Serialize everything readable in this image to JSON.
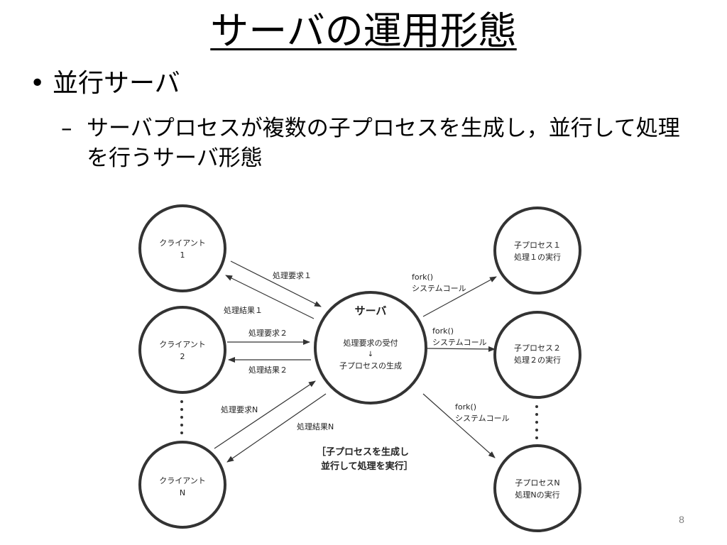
{
  "slide": {
    "title": "サーバの運用形態",
    "bullet": "並行サーバ",
    "sub_bullet_dash": "–",
    "sub_bullet": "サーバプロセスが複数の子プロセスを生成し，並行して処理を行うサーバ形態",
    "page_number": "8"
  },
  "diagram": {
    "clients": [
      {
        "line1": "クライアント",
        "line2": "1"
      },
      {
        "line1": "クライアント",
        "line2": "2"
      },
      {
        "line1": "クライアント",
        "line2": "N"
      }
    ],
    "server": {
      "title": "サーバ",
      "line1": "処理要求の受付",
      "arrow": "↓",
      "line2": "子プロセスの生成"
    },
    "children": [
      {
        "line1": "子プロセス１",
        "line2": "処理１の実行"
      },
      {
        "line1": "子プロセス２",
        "line2": "処理２の実行"
      },
      {
        "line1": "子プロセスN",
        "line2": "処理Nの実行"
      }
    ],
    "request_labels": [
      "処理要求１",
      "処理要求２",
      "処理要求N"
    ],
    "result_labels": [
      "処理結果１",
      "処理結果２",
      "処理結果N"
    ],
    "fork_label": "fork()",
    "syscall_label": "システムコール",
    "note_line1": "［子プロセスを生成し",
    "note_line2": "並行して処理を実行］"
  }
}
